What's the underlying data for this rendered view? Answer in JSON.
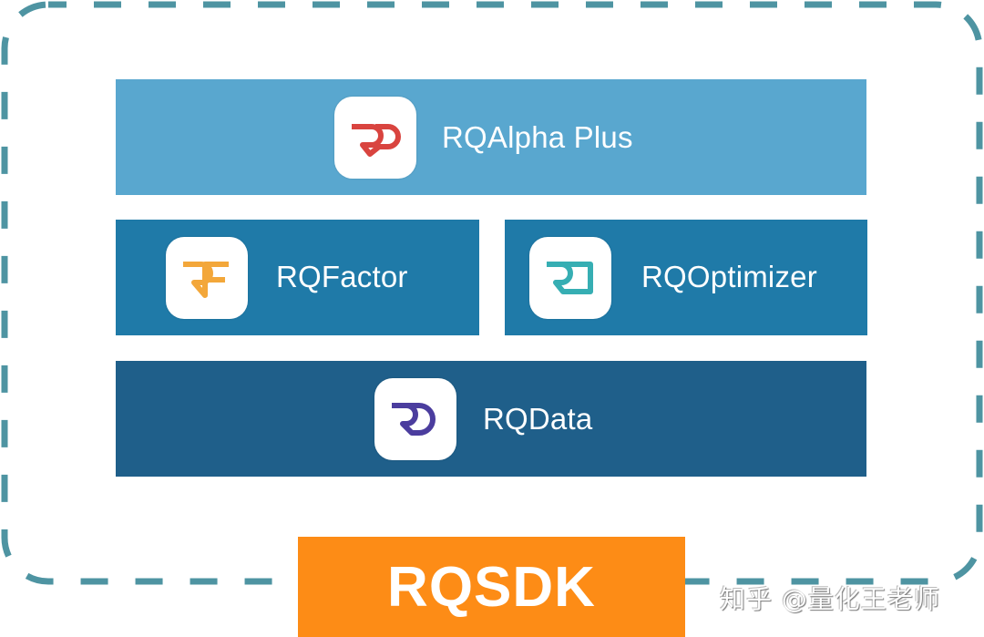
{
  "diagram": {
    "container": {
      "style": "dashed-rounded-border",
      "color": "#4e94a2"
    },
    "layers": [
      {
        "name": "RQAlpha Plus",
        "icon": "rp-logo-icon",
        "icon_text": "RP",
        "icon_color": "#d9443f",
        "bg": "#59a7cf"
      },
      {
        "name": "RQFactor",
        "icon": "rf-logo-icon",
        "icon_text": "RF",
        "icon_color": "#f3a73a",
        "bg": "#1f7aa8"
      },
      {
        "name": "RQOptimizer",
        "icon": "ro-logo-icon",
        "icon_text": "RO",
        "icon_color": "#36aeb3",
        "bg": "#1f7aa8"
      },
      {
        "name": "RQData",
        "icon": "rd-logo-icon",
        "icon_text": "RD",
        "icon_color": "#4b3d9e",
        "bg": "#1f5f8a"
      }
    ],
    "foundation": {
      "name": "RQSDK",
      "bg": "#fd8c16"
    }
  },
  "watermark": "知乎 @量化王老师"
}
